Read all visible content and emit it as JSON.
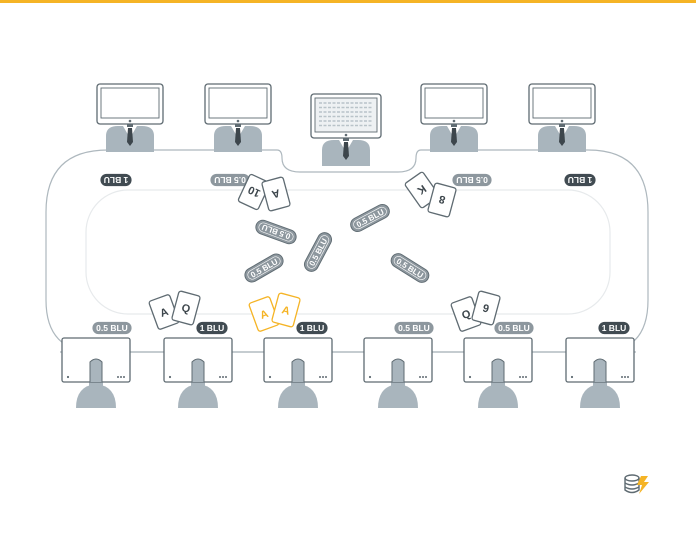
{
  "colors": {
    "accent": "#f5b426",
    "outline": "#5f6b72",
    "figure": "#a9b5bd",
    "dark_chip": "#414b52",
    "mid_chip": "#8d979e",
    "card_fill": "#ffffff"
  },
  "bet_chips": [
    {
      "label": "1 BLU",
      "style": "dark"
    },
    {
      "label": "0.5 BLU",
      "style": "mid"
    },
    {
      "label": "0.5 BLU",
      "style": "mid"
    },
    {
      "label": "1 BLU",
      "style": "dark"
    },
    {
      "label": "0.5 BLU",
      "style": "mid"
    },
    {
      "label": "1 BLU",
      "style": "dark"
    },
    {
      "label": "1 BLU",
      "style": "dark"
    },
    {
      "label": "0.5 BLU",
      "style": "mid"
    },
    {
      "label": "0.5 BLU",
      "style": "mid"
    },
    {
      "label": "1 BLU",
      "style": "dark"
    }
  ],
  "pot_chips": [
    "0.5 BLU",
    "0.5 BLU",
    "0.5 BLU",
    "0.5 BLU",
    "0.5 BLU"
  ],
  "hands": [
    {
      "cards": [
        "10",
        "A"
      ],
      "highlight": false
    },
    {
      "cards": [
        "K",
        "8"
      ],
      "highlight": false
    },
    {
      "cards": [
        "A",
        "Q"
      ],
      "highlight": false
    },
    {
      "cards": [
        "A",
        "A"
      ],
      "highlight": true
    },
    {
      "cards": [
        "Q",
        "9"
      ],
      "highlight": false
    }
  ],
  "logo_icon": "coin-stack-lightning-icon"
}
